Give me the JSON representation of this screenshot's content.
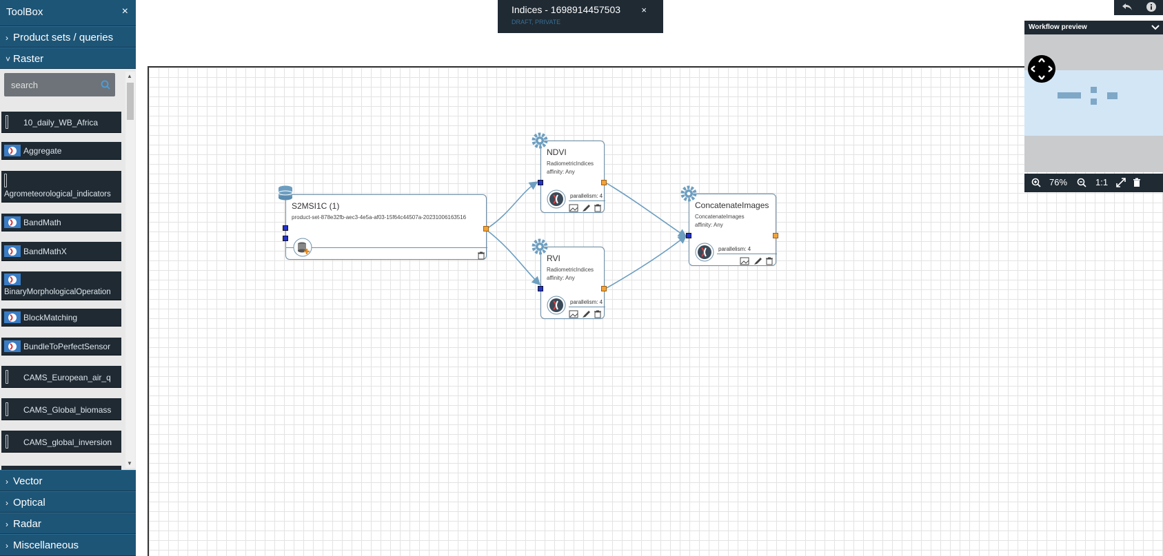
{
  "toolbox": {
    "title": "ToolBox",
    "close": "×",
    "categories": {
      "product_sets": "Product sets / queries",
      "raster": "Raster",
      "vector": "Vector",
      "optical": "Optical",
      "radar": "Radar",
      "misc": "Miscellaneous"
    },
    "search_placeholder": "search",
    "tools": [
      "10_daily_WB_Africa",
      "Aggregate",
      "Agrometeorological_indicators",
      "BandMath",
      "BandMathX",
      "BinaryMorphologicalOperation",
      "BlockMatching",
      "BundleToPerfectSensor",
      "CAMS_European_air_q",
      "CAMS_Global_biomass",
      "CAMS_global_inversion"
    ]
  },
  "workflow": {
    "name": "Indices - 1698914457503",
    "status": "DRAFT, PRIVATE",
    "close": "×"
  },
  "preview": {
    "title": "Workflow preview",
    "zoom": "76%",
    "ratio": "1:1"
  },
  "nodes": {
    "source": {
      "title": "S2MSI1C (1)",
      "subtitle": "product-set-878e32fb-aec3-4e5a-af03-15f64c44507a-20231006163516"
    },
    "ndvi": {
      "title": "NDVI",
      "component": "RadiometricIndices",
      "affinity": "affinity: Any",
      "parallelism": "parallelism: 4"
    },
    "rvi": {
      "title": "RVI",
      "component": "RadiometricIndices",
      "affinity": "affinity: Any",
      "parallelism": "parallelism: 4"
    },
    "concat": {
      "title": "ConcatenateImages",
      "component": "ConcatenateImages",
      "affinity": "affinity: Any",
      "parallelism": "parallelism: 4"
    }
  },
  "colors": {
    "sidebar_header": "#1d5577",
    "panel_dark": "#1f2a33",
    "port_in": "#2233cc",
    "port_out": "#f2a33a",
    "edge": "#6d9ec0"
  }
}
